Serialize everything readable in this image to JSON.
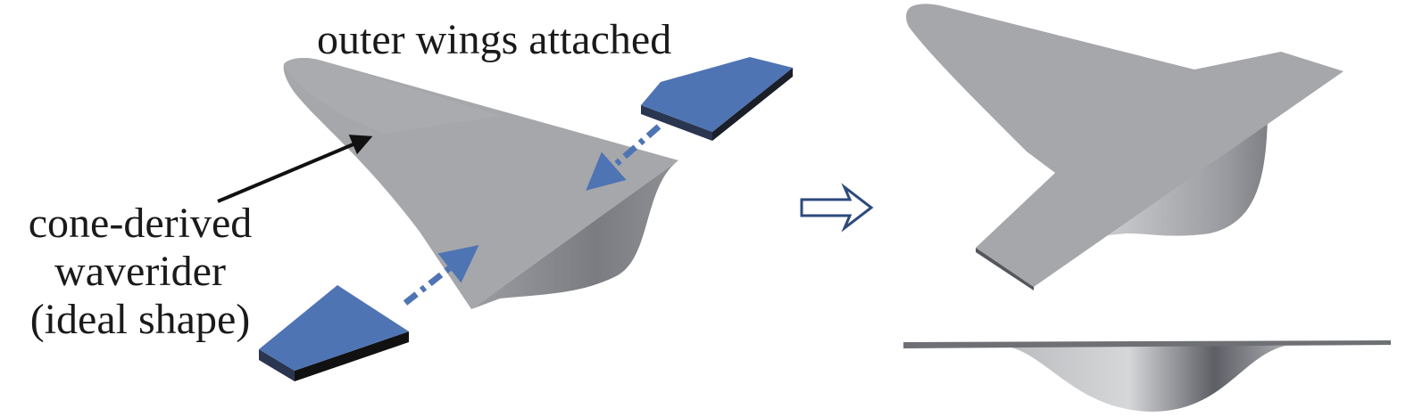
{
  "labels": {
    "outer_wings": "outer wings attached",
    "cone_line1": "cone-derived",
    "cone_line2": "waverider",
    "cone_line3": "(ideal shape)"
  },
  "colors": {
    "body_gray": "#a6a7aa",
    "body_dark": "#7d7f85",
    "wing_blue": "#4f74b4",
    "wing_edge": "#1b1f2a",
    "arrow_blue": "#4f74b4",
    "pointer": "#111111",
    "transition_arrow": "#2e4a7d"
  },
  "icons": {
    "transition": "hollow-right-arrow-icon",
    "pointer": "black-pointer-arrow-icon",
    "attach_arrows": "dashed-blue-arrow-icon"
  }
}
